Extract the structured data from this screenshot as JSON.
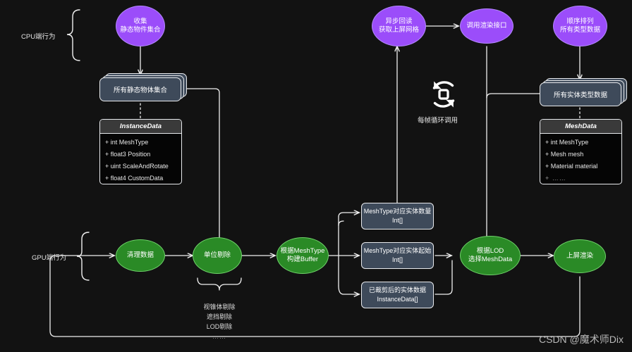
{
  "diagram": {
    "background_color": "#121212",
    "accent_purple": "#9b4dfa",
    "accent_green": "#2a8a26",
    "data_box_color": "#3e4a5a",
    "line_color": "#f0f0f0"
  },
  "swimlanes": [
    {
      "id": "cpu",
      "label": "CPU端行为"
    },
    {
      "id": "gpu",
      "label": "GPU端行为"
    }
  ],
  "nodes": {
    "collect": {
      "label": "收集\n静态物件集合",
      "shape": "ellipse",
      "color": "purple"
    },
    "async_readback": {
      "label": "异步回读\n获取上屏网格",
      "shape": "ellipse",
      "color": "purple"
    },
    "call_render_api": {
      "label": "调用渲染接口",
      "shape": "ellipse",
      "color": "purple"
    },
    "sort_types": {
      "label": "顺序排列\n所有类型数据",
      "shape": "ellipse",
      "color": "purple"
    },
    "clean_data": {
      "label": "清理数据",
      "shape": "ellipse",
      "color": "green"
    },
    "unit_cull": {
      "label": "单位剔除",
      "shape": "ellipse",
      "color": "green"
    },
    "build_buffer": {
      "label": "根据MeshType\n构建Buffer",
      "shape": "ellipse",
      "color": "green"
    },
    "select_meshdata": {
      "label": "根据LOD\n选择MeshData",
      "shape": "ellipse",
      "color": "green"
    },
    "present": {
      "label": "上屏渲染",
      "shape": "ellipse",
      "color": "green"
    }
  },
  "data_boxes": {
    "all_static_objects": {
      "label": "所有静态物体集合",
      "stacked": true
    },
    "all_entity_types": {
      "label": "所有实体类型数据",
      "stacked": true
    },
    "mesh_count": {
      "line1": "MeshType对应实体数量",
      "line2": "Int[]"
    },
    "mesh_start": {
      "line1": "MeshType对应实体起始",
      "line2": "Int[]"
    },
    "culled_instances": {
      "line1": "已裁剪后的实体数据",
      "line2": "InstanceData[]"
    }
  },
  "uml_classes": [
    {
      "id": "instance_data",
      "title": "InstanceData",
      "rows": [
        {
          "text": "+ int MeshType",
          "dim": false
        },
        {
          "text": "+ float3 Position",
          "dim": false
        },
        {
          "text": "+ uint ScaleAndRotate",
          "dim": false
        },
        {
          "text": "+ float4 CustomData",
          "dim": false
        }
      ]
    },
    {
      "id": "mesh_data",
      "title": "MeshData",
      "rows": [
        {
          "text": "+ int MeshType",
          "dim": false
        },
        {
          "text": "+ Mesh mesh",
          "dim": false
        },
        {
          "text": "+ Material material",
          "dim": false
        },
        {
          "text": "+ ……",
          "dim": true
        }
      ]
    }
  ],
  "notes": {
    "cull_methods": "视锥体剔除\n遮挡剔除\nLOD剔除",
    "cull_methods_dots": "……",
    "loop_label": "每帧循环调用"
  },
  "watermark": "CSDN @魔术师Dix"
}
